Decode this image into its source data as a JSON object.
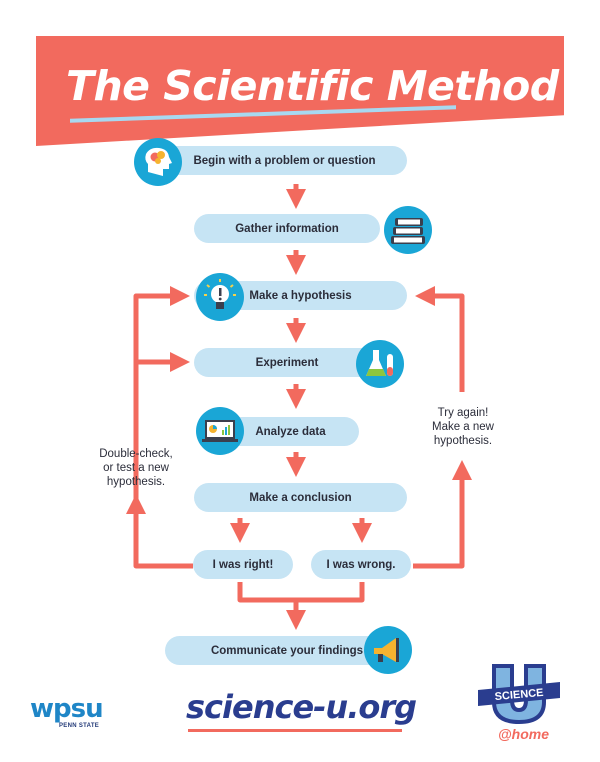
{
  "header": {
    "title": "The Scientific Method"
  },
  "steps": {
    "begin": "Begin with a problem or question",
    "gather": "Gather information",
    "hypothesis": "Make a hypothesis",
    "experiment": "Experiment",
    "analyze": "Analyze data",
    "conclusion": "Make a conclusion",
    "right": "I was right!",
    "wrong": "I was wrong.",
    "communicate": "Communicate your findings"
  },
  "loops": {
    "left_lines": [
      "Double-check,",
      "or test a new",
      "hypothesis."
    ],
    "right_lines": [
      "Try again!",
      "Make a new",
      "hypothesis."
    ]
  },
  "icons": {
    "begin": "head-with-brain-icon",
    "gather": "stack-of-books-icon",
    "hypothesis": "light-bulb-icon",
    "experiment": "lab-flasks-icon",
    "analyze": "laptop-chart-icon",
    "communicate": "megaphone-icon"
  },
  "colors": {
    "banner": "#f26a5e",
    "arrow": "#f26a5e",
    "pill": "#c6e4f4",
    "icon_circle": "#1aa6d6",
    "site": "#2a3d8f"
  },
  "footer": {
    "wpsu": "wpsu",
    "wpsu_sub": "PENN STATE",
    "site": "science-u.org",
    "brand_top": "U",
    "brand_band": "SCIENCE",
    "brand_sub": "@home"
  }
}
